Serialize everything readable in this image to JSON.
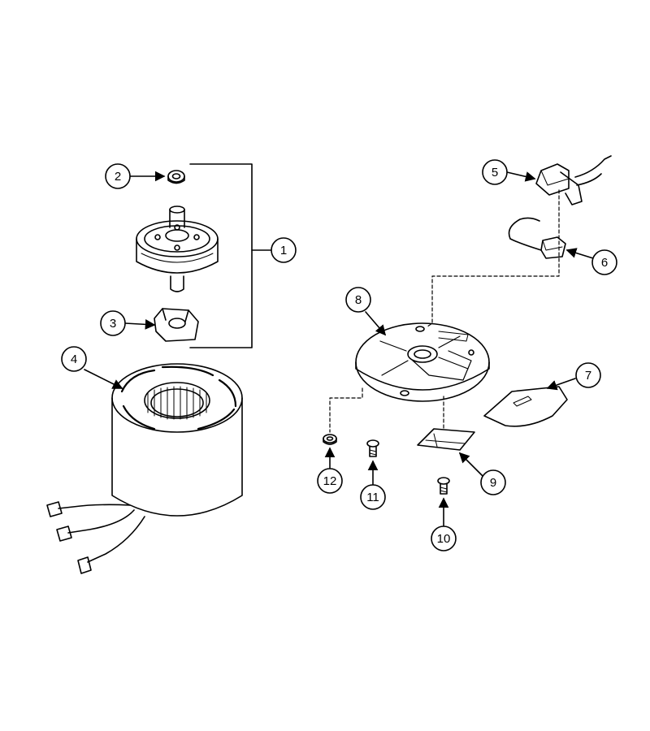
{
  "callouts": [
    {
      "id": "1",
      "label": "1"
    },
    {
      "id": "2",
      "label": "2"
    },
    {
      "id": "3",
      "label": "3"
    },
    {
      "id": "4",
      "label": "4"
    },
    {
      "id": "5",
      "label": "5"
    },
    {
      "id": "6",
      "label": "6"
    },
    {
      "id": "7",
      "label": "7"
    },
    {
      "id": "8",
      "label": "8"
    },
    {
      "id": "9",
      "label": "9"
    },
    {
      "id": "10",
      "label": "10"
    },
    {
      "id": "11",
      "label": "11"
    },
    {
      "id": "12",
      "label": "12"
    }
  ],
  "colors": {
    "ink": "#000000",
    "paper": "#ffffff"
  }
}
